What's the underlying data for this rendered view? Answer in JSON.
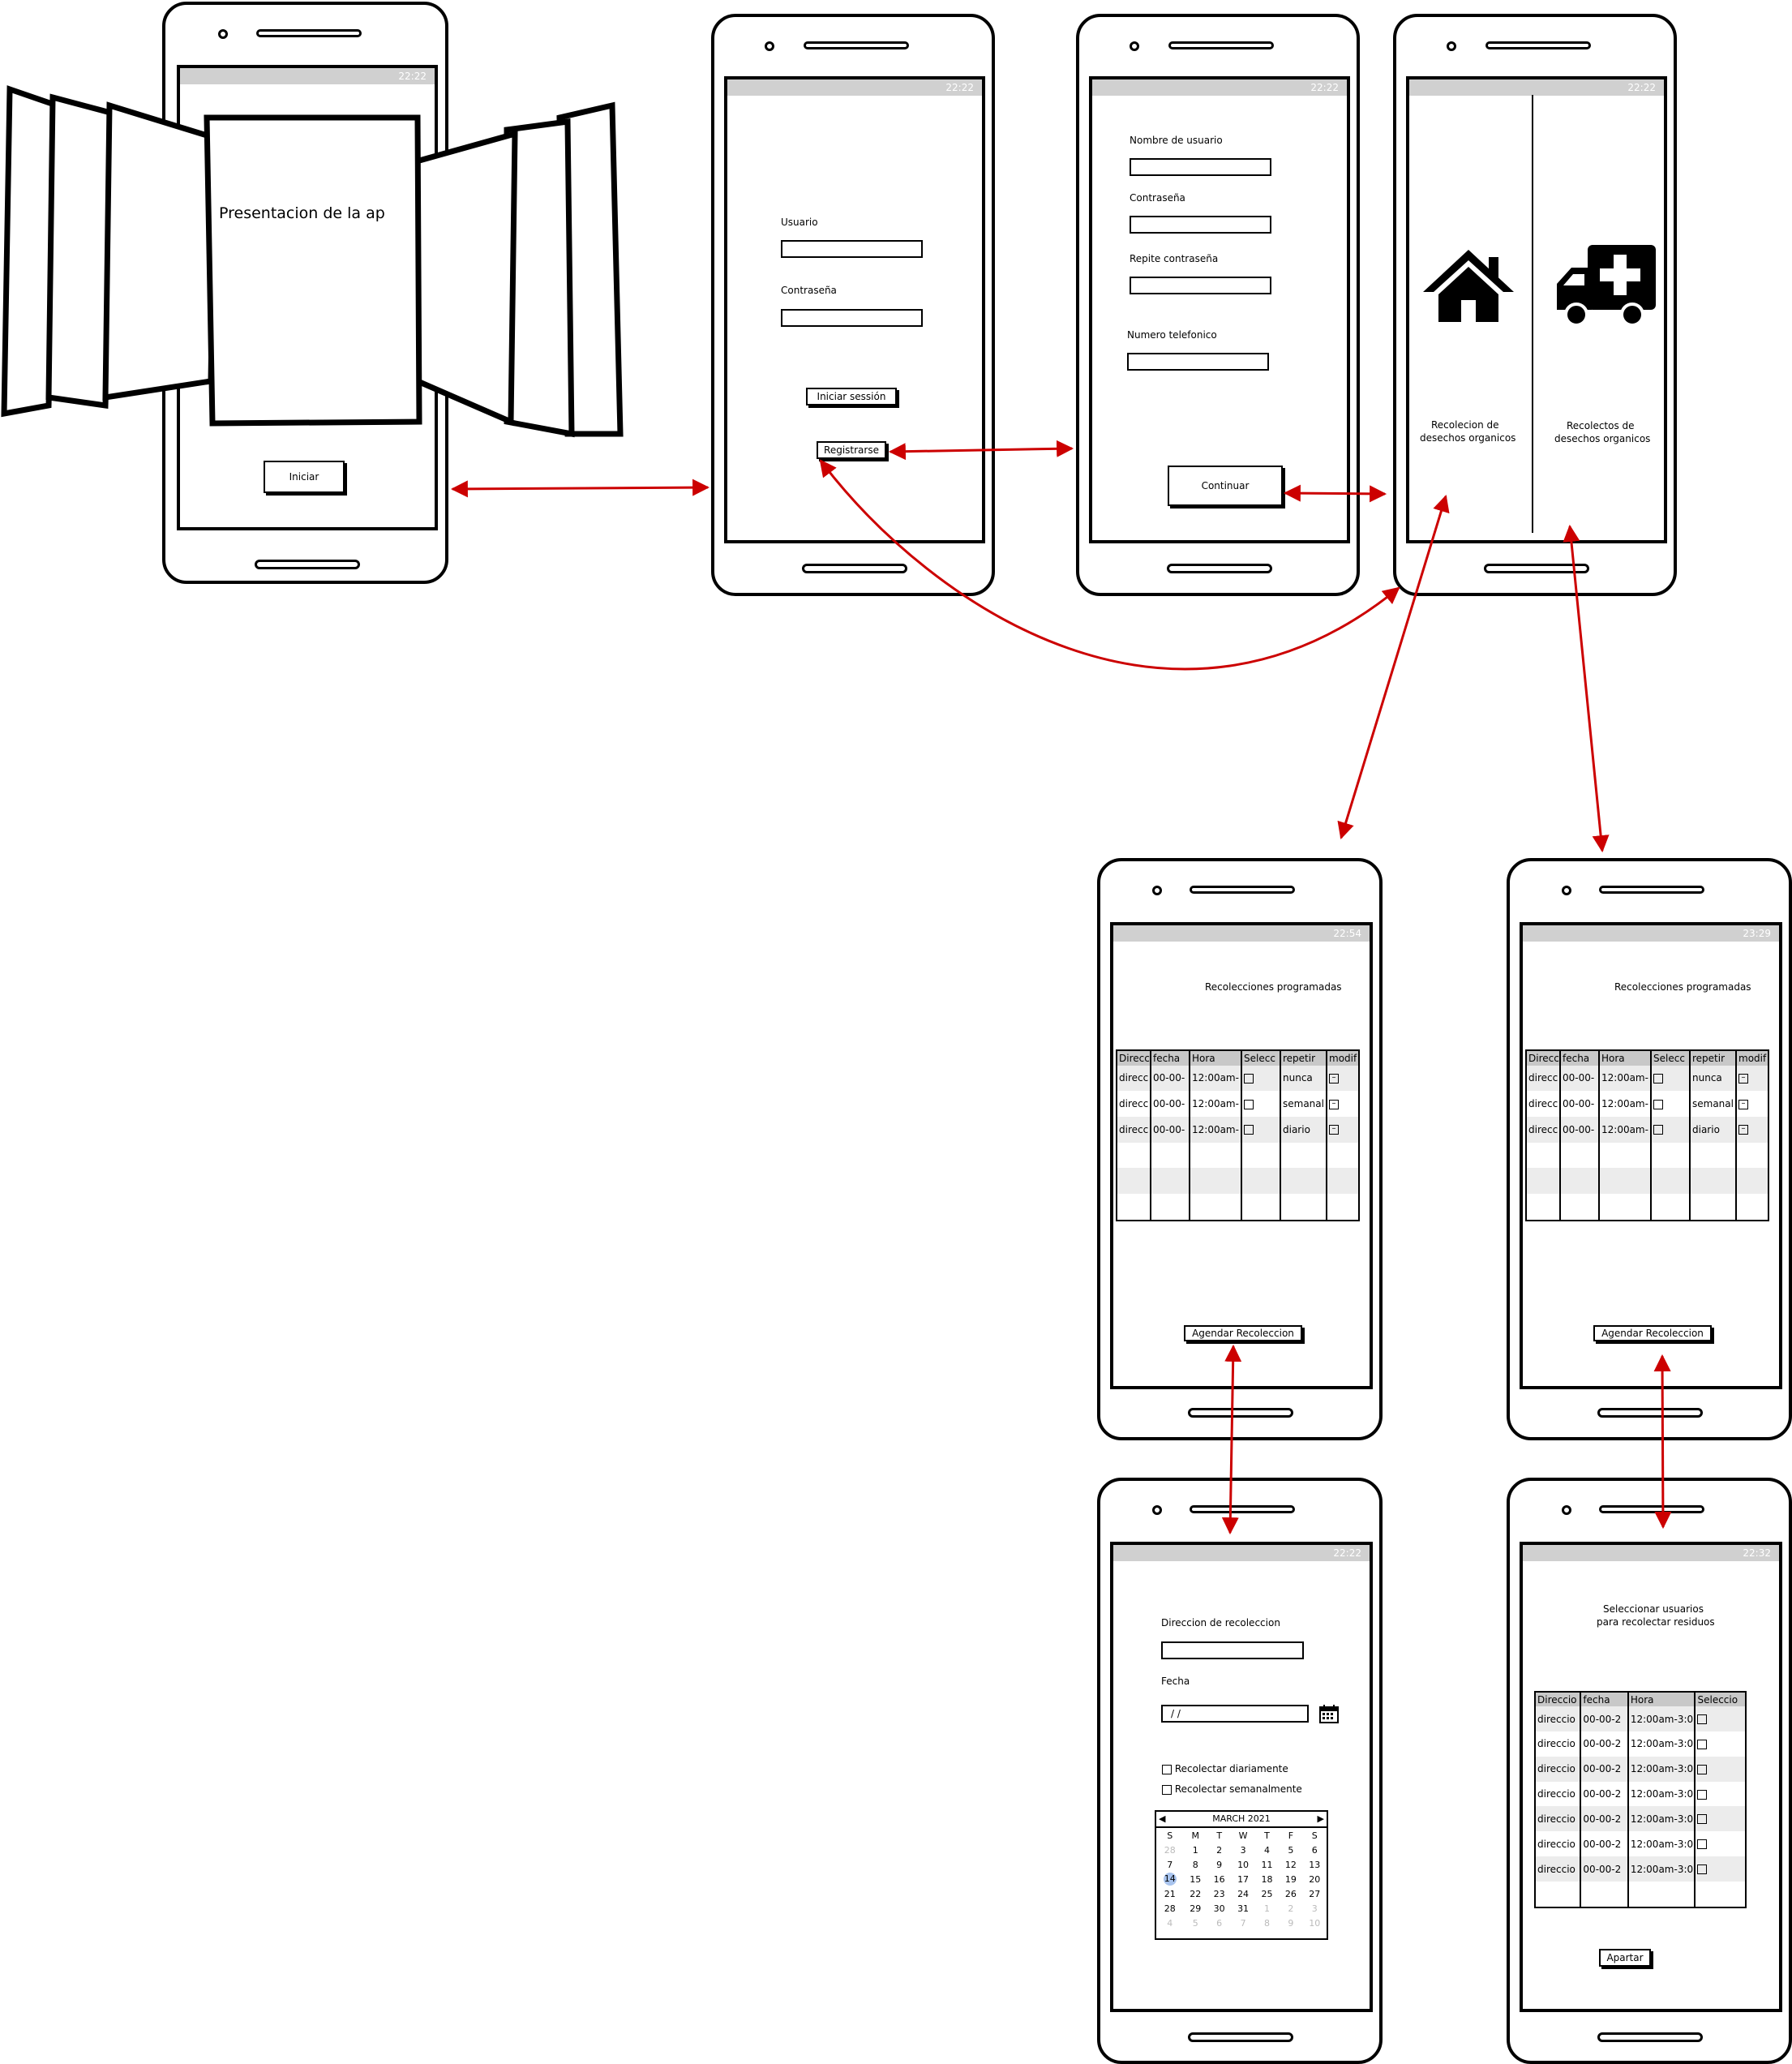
{
  "status_times": [
    "22:22",
    "22:22",
    "22:22",
    "22:22",
    "22:54",
    "23:29",
    "22:22",
    "22:32"
  ],
  "screen_intro": {
    "title": "Presentacion de la ap",
    "start_button": "Iniciar"
  },
  "screen_login": {
    "user_label": "Usuario",
    "password_label": "Contraseña",
    "login_button": "Iniciar sessión",
    "register_button": "Registrarse"
  },
  "screen_register": {
    "username_label": "Nombre de usuario",
    "password_label": "Contraseña",
    "repeat_password_label": "Repite contraseña",
    "phone_label": "Numero telefonico",
    "continue_button": "Continuar"
  },
  "screen_role": {
    "left_icon": "house-icon",
    "left_label_1": "Recolecion de",
    "left_label_2": "desechos organicos",
    "right_icon": "ambulance-icon",
    "right_label_1": "Recolectos de",
    "right_label_2": "desechos organicos"
  },
  "screen_sched_left": {
    "title": "Recolecciones programadas",
    "columns": [
      "Direcc",
      "fecha",
      "Hora",
      "Selecc",
      "repetir",
      "modif"
    ],
    "rows": [
      [
        "direcc",
        "00-00-",
        "12:00am-",
        "",
        "nunca",
        ""
      ],
      [
        "direcc",
        "00-00-",
        "12:00am-",
        "",
        "semanal",
        ""
      ],
      [
        "direcc",
        "00-00-",
        "12:00am-",
        "",
        "diario",
        ""
      ]
    ],
    "button": "Agendar Recoleccion"
  },
  "screen_sched_right": {
    "title": "Recolecciones programadas",
    "columns": [
      "Direcc",
      "fecha",
      "Hora",
      "Selecc",
      "repetir",
      "modif"
    ],
    "rows": [
      [
        "direcc",
        "00-00-",
        "12:00am-",
        "",
        "nunca",
        ""
      ],
      [
        "direcc",
        "00-00-",
        "12:00am-",
        "",
        "semanal",
        ""
      ],
      [
        "direcc",
        "00-00-",
        "12:00am-",
        "",
        "diario",
        ""
      ]
    ],
    "button": "Agendar Recoleccion"
  },
  "screen_form": {
    "address_label": "Direccion de recoleccion",
    "date_label": "Fecha",
    "date_value": "/ /",
    "calendar_icon": "calendar-icon",
    "daily_label": "Recolectar diariamente",
    "weekly_label": "Recolectar semanalmente",
    "calendar": {
      "month": "MARCH 2021",
      "weekdays": [
        "S",
        "M",
        "T",
        "W",
        "T",
        "F",
        "S"
      ],
      "weeks": [
        [
          "28",
          "1",
          "2",
          "3",
          "4",
          "5",
          "6"
        ],
        [
          "7",
          "8",
          "9",
          "10",
          "11",
          "12",
          "13"
        ],
        [
          "14",
          "15",
          "16",
          "17",
          "18",
          "19",
          "20"
        ],
        [
          "21",
          "22",
          "23",
          "24",
          "25",
          "26",
          "27"
        ],
        [
          "28",
          "29",
          "30",
          "31",
          "1",
          "2",
          "3"
        ],
        [
          "4",
          "5",
          "6",
          "7",
          "8",
          "9",
          "10"
        ]
      ],
      "selected": "14"
    }
  },
  "screen_select": {
    "title_1": "Seleccionar usuarios",
    "title_2": "para recolectar residuos",
    "columns": [
      "Direccio",
      "fecha",
      "Hora",
      "Seleccio"
    ],
    "rows": [
      [
        "direccio",
        "00-00-2",
        "12:00am-3:0",
        ""
      ],
      [
        "direccio",
        "00-00-2",
        "12:00am-3:0",
        ""
      ],
      [
        "direccio",
        "00-00-2",
        "12:00am-3:0",
        ""
      ],
      [
        "direccio",
        "00-00-2",
        "12:00am-3:0",
        ""
      ],
      [
        "direccio",
        "00-00-2",
        "12:00am-3:0",
        ""
      ],
      [
        "direccio",
        "00-00-2",
        "12:00am-3:0",
        ""
      ],
      [
        "direccio",
        "00-00-2",
        "12:00am-3:0",
        ""
      ]
    ],
    "button": "Apartar"
  },
  "colors": {
    "arrow": "#cc0000",
    "statusbar": "#d0d0d0",
    "header": "#c8c8c8"
  }
}
